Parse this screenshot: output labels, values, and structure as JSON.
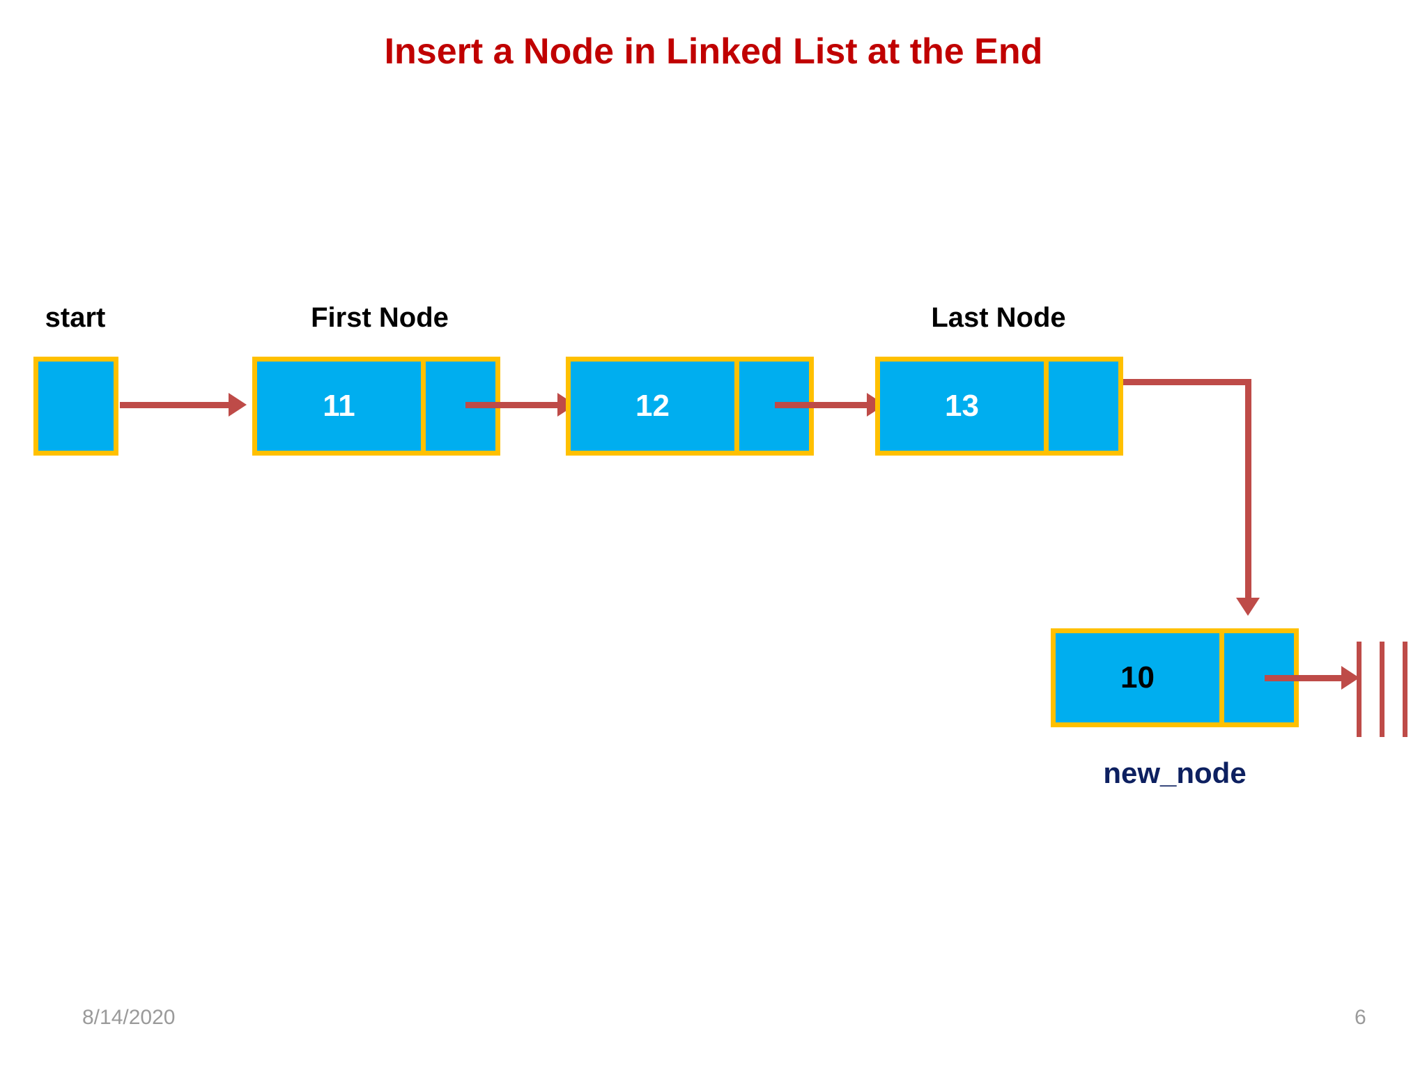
{
  "slide": {
    "title": "Insert a Node in Linked List at the End",
    "title_color": "#C00000",
    "background": "#ffffff"
  },
  "palette": {
    "node_fill": "#00AEEF",
    "node_border": "#FFC000",
    "arrow": "#BE4B48",
    "label_text": "#000000",
    "new_node_text": "#0D2060",
    "footer_text": "#9A9A9A"
  },
  "labels": {
    "start": "start",
    "first_node": "First Node",
    "last_node": "Last Node",
    "new_node": "new_node"
  },
  "nodes": [
    {
      "id": "start-box",
      "value": "",
      "label": "start",
      "value_color": "#00AEEF"
    },
    {
      "id": "node-11",
      "value": "11",
      "label": "First Node",
      "value_color": "#ffffff"
    },
    {
      "id": "node-12",
      "value": "12",
      "label": "",
      "value_color": "#ffffff"
    },
    {
      "id": "node-13",
      "value": "13",
      "label": "Last Node",
      "value_color": "#ffffff"
    },
    {
      "id": "node-10",
      "value": "10",
      "label": "new_node",
      "value_color": "#000000"
    }
  ],
  "arrows": [
    {
      "name": "start-to-first",
      "from": "start-box",
      "to": "node-11",
      "direction": "right"
    },
    {
      "name": "first-to-second",
      "from": "node-11",
      "to": "node-12",
      "direction": "right"
    },
    {
      "name": "second-to-last",
      "from": "node-12",
      "to": "node-13",
      "direction": "right"
    },
    {
      "name": "last-to-new",
      "from": "node-13",
      "to": "node-10",
      "direction": "elbow-down"
    },
    {
      "name": "new-to-null",
      "from": "node-10",
      "to": "null-marker",
      "direction": "right"
    }
  ],
  "null_marker": {
    "name": "null-marker",
    "bars": 3
  },
  "footer": {
    "date": "8/14/2020",
    "page_number": "6"
  }
}
